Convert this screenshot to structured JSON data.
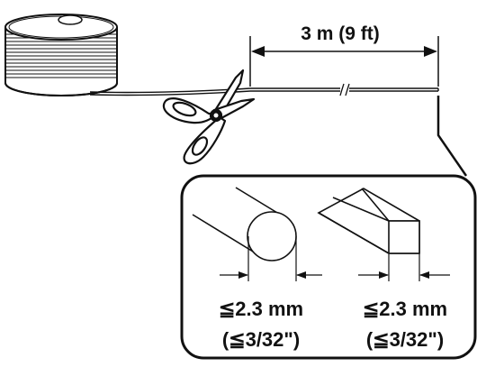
{
  "length_label": "3 m (9 ft)",
  "round_wire": {
    "size": "≦2.3 mm",
    "size_imperial": "(≦3/32\")"
  },
  "square_wire": {
    "size": "≦2.3 mm",
    "size_imperial": "(≦3/32\")"
  },
  "colors": {
    "stroke": "#111111",
    "background": "#ffffff"
  },
  "icons": [
    "wire-spool-icon",
    "scissors-icon",
    "round-wire-icon",
    "square-wire-icon"
  ]
}
